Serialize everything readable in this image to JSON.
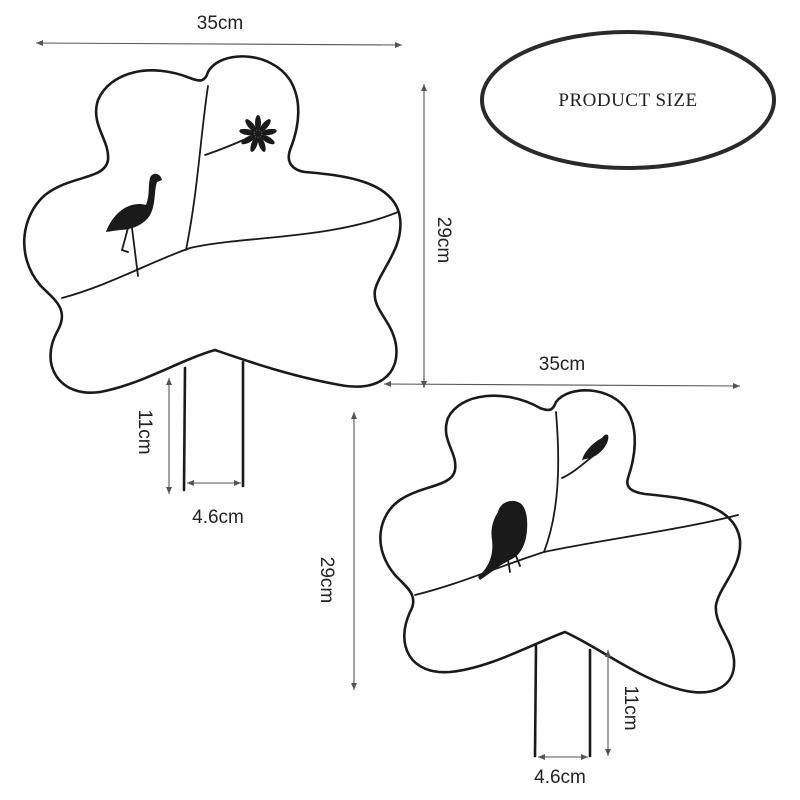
{
  "title_badge": {
    "label": "PRODUCT SIZE"
  },
  "product_a": {
    "width_label": "35cm",
    "height_label": "29cm",
    "stake_length_label": "11cm",
    "stake_gap_label": "4.6cm",
    "motifs": [
      "flamingo-silhouette",
      "daisy-flower"
    ]
  },
  "product_b": {
    "width_label": "35cm",
    "height_label": "29cm",
    "stake_length_label": "11cm",
    "stake_gap_label": "4.6cm",
    "motifs": [
      "perched-bird-silhouette",
      "small-bird-on-branch"
    ]
  },
  "colors": {
    "line": "#1a1a1a",
    "dimension": "#555555",
    "background": "#ffffff"
  }
}
